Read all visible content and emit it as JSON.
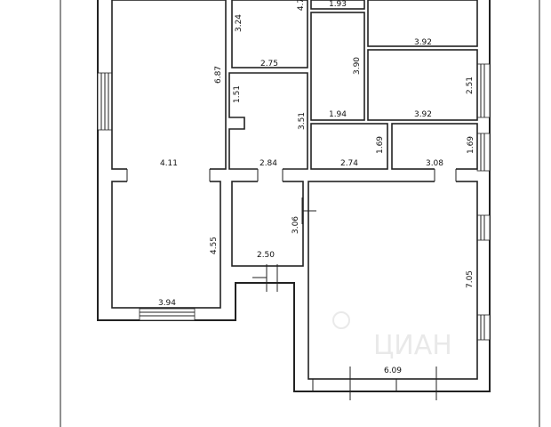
{
  "dimensions": {
    "r1_h": "6.87",
    "r1_w": "4.11",
    "r2_h": "3.24",
    "r2_w": "2.75",
    "r3_top": "1.93",
    "r3_side": "4.7",
    "r4_w": "3.92",
    "r5_h": "3.90",
    "r5_w": "1.94",
    "r6_h": "2.51",
    "r6_w": "3.92",
    "r7_h1": "1.51",
    "r7_h2": "3.51",
    "r7_w": "2.84",
    "r8_h": "1.69",
    "r8_w": "2.74",
    "r9_h": "1.69",
    "r9_w": "3.08",
    "r10_h": "4.55",
    "r10_w": "3.94",
    "r11_h": "3.06",
    "r11_w": "2.50",
    "r12_h": "7.05",
    "r12_w": "6.09"
  },
  "watermark": "ЦИАН"
}
